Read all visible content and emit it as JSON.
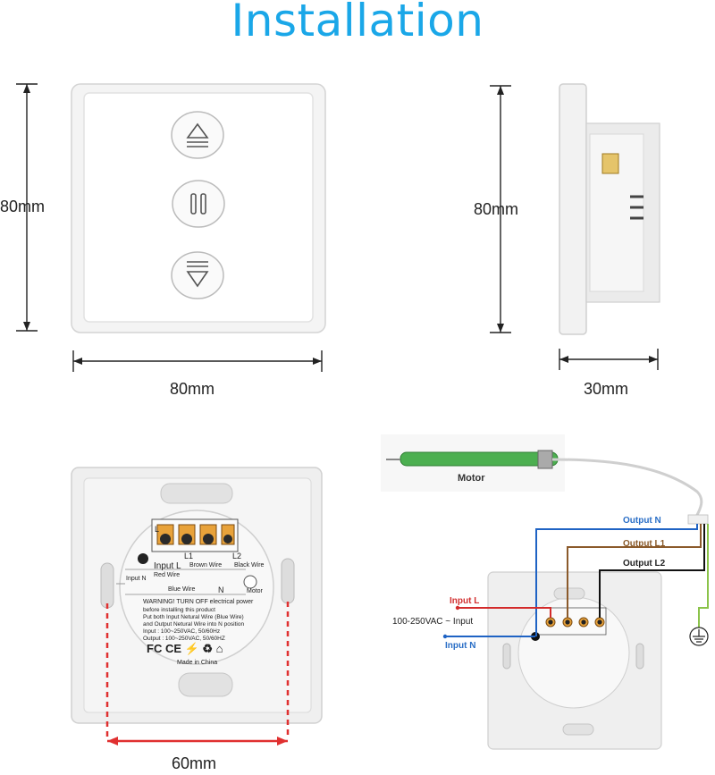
{
  "title": "Installation",
  "front_view": {
    "height_label": "80mm",
    "width_label": "80mm",
    "buttons": [
      "up-arrow-icon",
      "pause-icon",
      "down-arrow-icon"
    ]
  },
  "side_view": {
    "height_label": "80mm",
    "depth_label": "30mm"
  },
  "back_view": {
    "hole_spacing_label": "60mm",
    "terminals": [
      "L",
      "L1",
      "L2"
    ],
    "input_l": "Input L",
    "red_wire": "Red Wire",
    "l1_brown": "Brown Wire",
    "l2_black": "Black Wire",
    "input_n": "Input N",
    "blue_wire": "Blue Wire",
    "n_label": "N",
    "motor_label": "Motor",
    "warning_title": "WARNING! TURN OFF electrical power",
    "warning_lines": [
      "before installing this product",
      "Put both Input Netural Wire (Blue Wire)",
      "and Output Netural Wire into N position",
      "Input : 100~250VAC, 50/60Hz",
      "Output : 100~250VAC, 50/60HZ"
    ],
    "cert_marks": "FC CE ⚡ ♻ ⌂",
    "made_in": "Made in China"
  },
  "wiring": {
    "motor_label": "Motor",
    "output_n": "Output N",
    "output_l1": "Output L1",
    "output_l2": "Output L2",
    "input_l": "Input L",
    "input_label": "100-250VAC ~ Input",
    "input_n": "Input N",
    "colors": {
      "blue": "#1f63c4",
      "brown": "#8b5a2b",
      "black": "#111111",
      "red": "#d32b2b",
      "green": "#4caf50",
      "label_blue": "#2a6ec6",
      "label_brown": "#8a5a2a",
      "label_red": "#d23030"
    }
  }
}
